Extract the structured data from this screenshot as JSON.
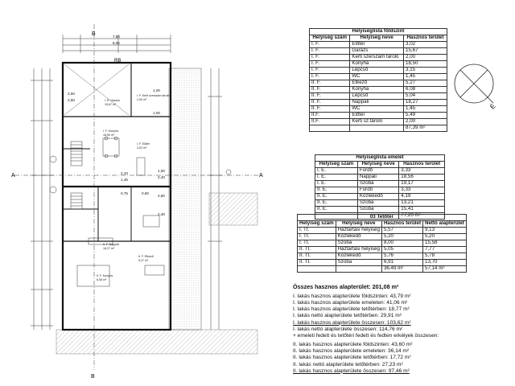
{
  "plan": {
    "axis_a": "A",
    "axis_b": "B",
    "width_top": "7,50",
    "width_inner": "6,35",
    "ridge_label": "RB",
    "rooms_left": [
      {
        "label": "I. E. Garázs",
        "area": "15,67 m²"
      },
      {
        "label": "I. F. Kerti szerszám tároló",
        "area": "2,00 m²"
      },
      {
        "label": "I. F. Konyha",
        "area": "18,50 m²"
      },
      {
        "label": "I. F. Előtér",
        "area": "3,02 m²"
      },
      {
        "label": "II. F. Nappali",
        "area": "18,27 m²"
      },
      {
        "label": "II. F. Konyha",
        "area": "6,08 m²"
      },
      {
        "label": "II. F. Étkező",
        "area": "5,27 m²"
      }
    ],
    "dims": [
      "2,50",
      "2,50",
      "1,00",
      "1,00",
      "1,50",
      "2,40",
      "2,60",
      "2,40",
      "1,45",
      "0,75",
      "0,90",
      "2,10"
    ]
  },
  "table_ground": {
    "title": "Helyiséglista földszint",
    "col_no": "Helyiség szám",
    "col_name": "Helyiség neve",
    "col_area": "Hasznos terület",
    "rows": [
      [
        "I. F.",
        "Előtér",
        "3,02"
      ],
      [
        "I. F.",
        "Garázs",
        "15,67"
      ],
      [
        "I. F.",
        "Kerti szerszám tároló",
        "2,00"
      ],
      [
        "I. F.",
        "Konyha",
        "18,50"
      ],
      [
        "I. F.",
        "Lépcső",
        "3,15"
      ],
      [
        "I. F.",
        "WC",
        "1,45"
      ],
      [
        "II. F.",
        "Étkező",
        "5,27"
      ],
      [
        "II. F.",
        "Konyha",
        "6,08"
      ],
      [
        "II. F.",
        "Lépcső",
        "5,04"
      ],
      [
        "II. F.",
        "Nappali",
        "18,27"
      ],
      [
        "II. F.",
        "WC",
        "1,45"
      ],
      [
        "II.F.",
        "Előtér",
        "5,49"
      ],
      [
        "II.F.",
        "Kerti sz.tároló",
        "2,00"
      ]
    ],
    "total": "87,39 m²"
  },
  "table_upper": {
    "title": "Helyiséglista emelet",
    "col_no": "Helyiség szám",
    "col_name": "Helyiség neve",
    "col_area": "Hasznos terület",
    "rows": [
      [
        "I. E.",
        "Fürdő",
        "3,33"
      ],
      [
        "I. E.",
        "Nappali",
        "18,56"
      ],
      [
        "I. E.",
        "Szoba",
        "19,17"
      ],
      [
        "II. E.",
        "Fürdő",
        "3,33"
      ],
      [
        "II. E.",
        "Közlekedő",
        "4,19"
      ],
      [
        "II. E.",
        "Szoba",
        "13,21"
      ],
      [
        "II. E.",
        "Szoba",
        "15,41"
      ]
    ],
    "total": "77,20 m²"
  },
  "table_attic": {
    "title": "03 Tetőtér",
    "col_no": "Helyiség szám",
    "col_name": "Helyiség neve",
    "col_area": "Hasznos terület",
    "col_net": "Nettó alapterület",
    "rows": [
      [
        "I. Tt.",
        "Háztartási helyiség",
        "5,57",
        "9,13"
      ],
      [
        "I. Tt.",
        "Közlekedő",
        "5,20",
        "5,20"
      ],
      [
        "I. Tt.",
        "Szoba",
        "8,00",
        "15,58"
      ],
      [
        "II. Tt.",
        "Háztartási helyiség",
        "5,05",
        "7,77"
      ],
      [
        "II. Tt.",
        "Közlekedő",
        "5,76",
        "5,78"
      ],
      [
        "II. Tt.",
        "Szoba",
        "6,91",
        "13,70"
      ]
    ],
    "total_area": "36,49 m²",
    "total_net": "57,14 m²"
  },
  "summary": {
    "heading": "Összes hasznos alapterület: 201,08 m²",
    "lines": [
      "I. lakás hasznos alapterülete földszinten: 43,79 m²",
      "I. lakás hasznos alapterülete emeleten: 41,06 m²",
      "I. lakás hasznos alapterülete tetőtérben: 18,77 m²",
      "I. lakás nettó alapterülete tetőtérben: 29,91 m²",
      "I. lakás hasznos alapterülete összesen: 103,62 m²",
      "I. lakás nettó alapterülete összesen: 114,76 m²",
      "+ emeleti fedett és tetőtéri fedett és fedten erkélyek összesen:",
      "II. lakás hasznos alapterülete földszinten: 43,60 m²",
      "II. lakás hasznos alapterülete emeleten: 36,14 m²",
      "II. lakás hasznos alapterülete tetőtérben: 17,72 m²",
      "II. lakás nettó alapterülete tetőtérben: 27,23 m²",
      "II. lakás hasznos alapterülete összesen: 97,46 m²"
    ]
  },
  "compass": {
    "label": "É"
  }
}
